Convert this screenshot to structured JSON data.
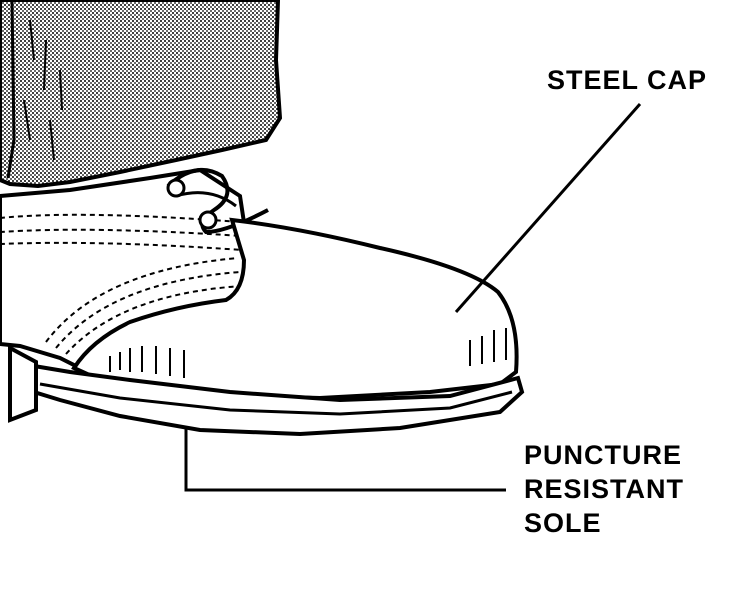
{
  "labels": {
    "steel_cap": "STEEL CAP",
    "sole_lines": [
      "PUNCTURE",
      "RESISTANT",
      "SOLE"
    ]
  },
  "colors": {
    "ink": "#000000",
    "paper": "#ffffff"
  }
}
